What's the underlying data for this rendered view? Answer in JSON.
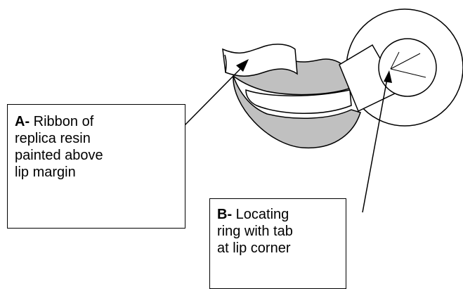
{
  "callouts": {
    "a": {
      "letter": "A-",
      "line1_rest": " Ribbon of",
      "line2": "replica resin",
      "line3": "painted above",
      "line4": "lip margin"
    },
    "b": {
      "letter": "B-",
      "line1_rest": " Locating",
      "line2": "ring with tab",
      "line3": "at lip corner"
    }
  },
  "colors": {
    "lip_fill": "#c0c0c0",
    "outline": "#000000",
    "background": "#ffffff"
  }
}
